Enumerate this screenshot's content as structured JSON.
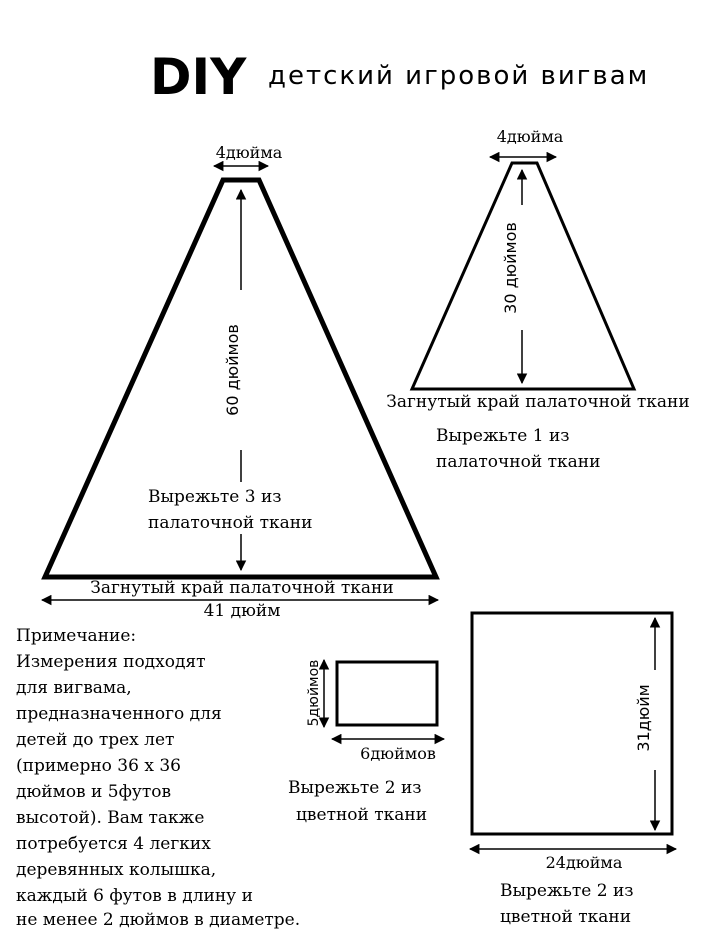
{
  "header": {
    "brand": "DIY",
    "title": "детский игровой вигвам"
  },
  "large_panel": {
    "top_width": "4дюйма",
    "height": "60 дюймов",
    "instruction_line1": "Вырежьте 3 из",
    "instruction_line2": "палаточной ткани",
    "folded_edge": "Загнутый край палаточной ткани",
    "base_width": "41 дюйм"
  },
  "small_panel": {
    "top_width": "4дюйма",
    "height": "30 дюймов",
    "folded_edge": "Загнутый край палаточной ткани",
    "instruction_line1": "Вырежьте 1 из",
    "instruction_line2": "палаточной ткани"
  },
  "small_rect": {
    "height": "5дюймов",
    "width": "6дюймов",
    "instruction_line1": "Вырежьте 2 из",
    "instruction_line2": "цветной ткани"
  },
  "large_rect": {
    "height": "31дюйм",
    "width": "24дюйма",
    "instruction_line1": "Вырежьте 2 из",
    "instruction_line2": "цветной ткани"
  },
  "note": {
    "lines": [
      "Примечание:",
      "Измерения подходят",
      "для вигвама,",
      "предназначенного для",
      "детей до трех лет",
      "(примерно 36 х 36",
      "дюймов и 5футов",
      "высотой). Вам также",
      "потребуется 4 легких",
      "деревянных колышка,",
      "каждый 6 футов в длину и",
      "не менее 2 дюймов в диаметре."
    ]
  }
}
